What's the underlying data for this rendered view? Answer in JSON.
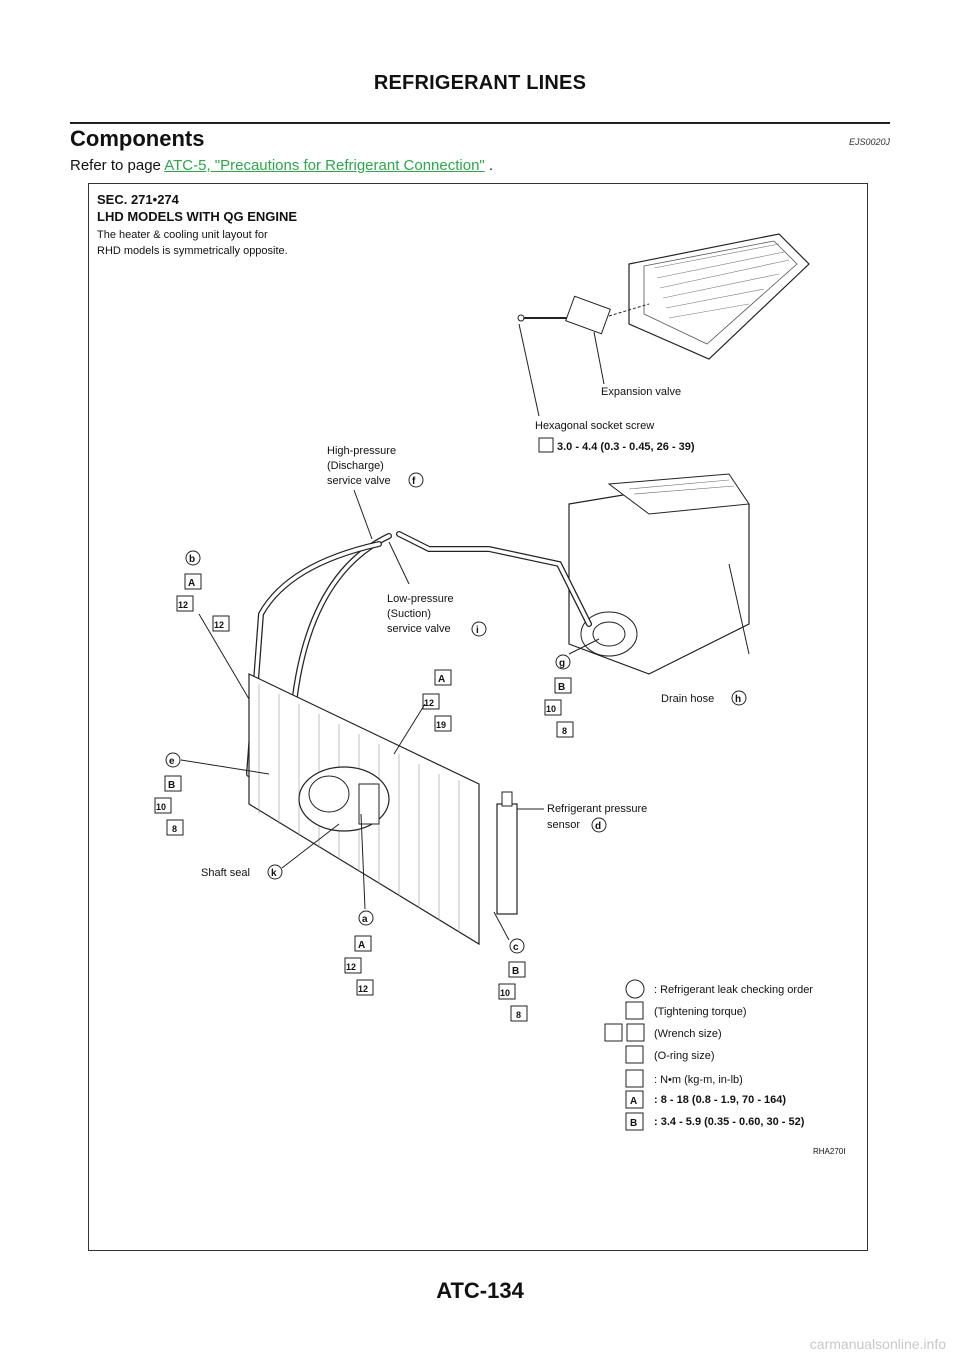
{
  "header": {
    "title": "REFRIGERANT LINES"
  },
  "section": {
    "title": "Components",
    "code": "EJS0020J",
    "refer_prefix": "Refer to page ",
    "refer_link": "ATC-5, \"Precautions for Refrigerant Connection\"",
    "refer_suffix": " ."
  },
  "figure": {
    "sec": "SEC. 271•274",
    "model": "LHD MODELS WITH QG ENGINE",
    "note1": "The heater & cooling unit layout for",
    "note2": "RHD models is symmetrically opposite.",
    "labels": {
      "expansion_valve": "Expansion valve",
      "hex_screw": "Hexagonal socket screw",
      "hex_torque": "3.0 - 4.4 (0.3 - 0.45, 26 - 39)",
      "hp1": "High-pressure",
      "hp2": "(Discharge)",
      "hp3": "service valve",
      "lp1": "Low-pressure",
      "lp2": "(Suction)",
      "lp3": "service valve",
      "drain": "Drain hose",
      "sensor1": "Refrigerant pressure",
      "sensor2": "sensor",
      "shaft": "Shaft seal"
    },
    "markers": {
      "a": "a",
      "b": "b",
      "c": "c",
      "d": "d",
      "e": "e",
      "f": "f",
      "g": "g",
      "h": "h",
      "i": "i",
      "k": "k",
      "A": "A",
      "B": "B",
      "n12": "12",
      "n19": "19",
      "n10": "10",
      "n8": "8"
    },
    "legend": {
      "order": ": Refrigerant leak checking order",
      "torque": "(Tightening torque)",
      "wrench": "(Wrench size)",
      "oring": "(O-ring size)",
      "units": ":  N•m  (kg-m,  in-lb)",
      "A_val": ": 8 - 18 (0.8 - 1.9, 70 - 164)",
      "B_val": ": 3.4 - 5.9 (0.35 - 0.60, 30 - 52)"
    },
    "fig_id": "RHA270I"
  },
  "footer": {
    "page": "ATC-134"
  },
  "watermark": "carmanualsonline.info"
}
